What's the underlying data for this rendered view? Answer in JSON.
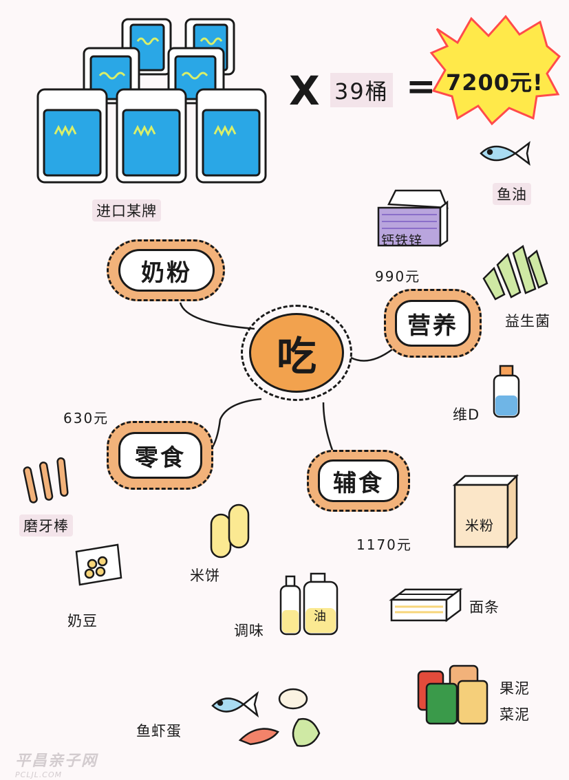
{
  "header": {
    "multiply": "X",
    "quantity": "39桶",
    "equals": "=",
    "total": "7200元!"
  },
  "center": {
    "label": "吃"
  },
  "branches": {
    "milk": {
      "label": "奶粉",
      "brand_label": "进口某牌"
    },
    "nutrition": {
      "label": "营养"
    },
    "snacks": {
      "label": "零食",
      "price": "630元"
    },
    "complement": {
      "label": "辅食",
      "price": "1170元"
    }
  },
  "nutrition_items": {
    "fish_oil": "鱼油",
    "mineral_box": "钙铁锌",
    "mineral_price": "990元",
    "probiotic": "益生菌",
    "vitamin_d": "维D"
  },
  "snack_items": {
    "teething_stick": "磨牙棒",
    "rice_cake": "米饼",
    "yogurt_melts": "奶豆"
  },
  "complement_items": {
    "rice_cereal": "米粉",
    "rice_cereal_box": "米粉",
    "seasoning": "调味",
    "oil": "油",
    "noodles": "面条",
    "fruit_puree": "果泥",
    "veg_puree": "菜泥",
    "fish_shrimp_egg": "鱼虾蛋"
  },
  "watermark": {
    "cn": "平昌亲子网",
    "en": "PCLJL.COM"
  },
  "colors": {
    "orange": "#f2a24e",
    "ring": "#f2b27a",
    "can_blue": "#2aa7e6",
    "highlight": "#f3e4ea"
  }
}
